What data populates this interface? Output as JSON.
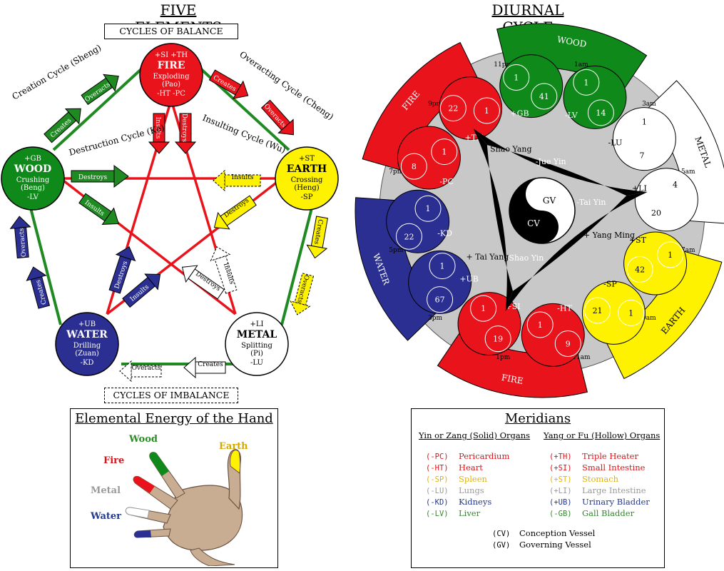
{
  "five_elements": {
    "title": "FIVE ELEMENTS",
    "balance_label": "CYCLES OF BALANCE",
    "imbalance_label": "CYCLES OF IMBALANCE",
    "cycle_labels": {
      "creation": "Creation Cycle (Sheng)",
      "overacting": "Overacting Cycle (Cheng)",
      "destruction": "Destruction Cycle (Ke)",
      "insulting": "Insulting Cycle (Wu)"
    },
    "arrow_labels": {
      "creates": "Creates",
      "overacts": "Overacts",
      "destroys": "Destroys",
      "insults": "Insults"
    },
    "elements": {
      "fire": {
        "yang": "+SI  +TH",
        "name": "FIRE",
        "action": "Exploding",
        "pinyin": "(Pao)",
        "yin": "-HT  -PC",
        "color": "#e8131b"
      },
      "earth": {
        "yang": "+ST",
        "name": "EARTH",
        "action": "Crossing",
        "pinyin": "(Heng)",
        "yin": "-SP",
        "color": "#fff200"
      },
      "metal": {
        "yang": "+LI",
        "name": "METAL",
        "action": "Splitting",
        "pinyin": "(Pi)",
        "yin": "-LU",
        "color": "#ffffff"
      },
      "water": {
        "yang": "+UB",
        "name": "WATER",
        "action": "Drilling",
        "pinyin": "(Zuan)",
        "yin": "-KD",
        "color": "#2b2f91"
      },
      "wood": {
        "yang": "+GB",
        "name": "WOOD",
        "action": "Crushing",
        "pinyin": "(Beng)",
        "yin": "-LV",
        "color": "#0f8a1a"
      }
    }
  },
  "diurnal": {
    "title": "DIURNAL CYCLE",
    "segments": [
      {
        "label": "WOOD",
        "color": "#0f8a1a"
      },
      {
        "label": "METAL",
        "color": "#ffffff"
      },
      {
        "label": "EARTH",
        "color": "#fff200"
      },
      {
        "label": "FIRE",
        "color": "#e8131b"
      },
      {
        "label": "WATER",
        "color": "#2b2f91"
      },
      {
        "label": "FIRE",
        "color": "#e8131b"
      }
    ],
    "times": [
      "11pm",
      "1am",
      "3am",
      "5am",
      "7am",
      "9am",
      "11am",
      "1pm",
      "3pm",
      "5pm",
      "7pm",
      "9pm"
    ],
    "meridians": [
      {
        "name": "+GB",
        "start": "1",
        "end": "41"
      },
      {
        "name": "-LV",
        "start": "1",
        "end": "14"
      },
      {
        "name": "-LU",
        "start": "1",
        "end": "7"
      },
      {
        "name": "+LI",
        "start": "4",
        "end": "20"
      },
      {
        "name": "+ST",
        "start": "1",
        "end": "42"
      },
      {
        "name": "-SP",
        "start": "1",
        "end": "21"
      },
      {
        "name": "-HT",
        "start": "9",
        "end": "1"
      },
      {
        "name": "+SI",
        "start": "19",
        "end": "1"
      },
      {
        "name": "+UB",
        "start": "67",
        "end": "1"
      },
      {
        "name": "-KD",
        "start": "22",
        "end": "1"
      },
      {
        "name": "-PC",
        "start": "8",
        "end": "1"
      },
      {
        "name": "+TH",
        "start": "22",
        "end": "1"
      }
    ],
    "channels": [
      "+ Shao Yang",
      "-Jue Yin",
      "-Tai Yin",
      "+ Yang Ming",
      "-Shao Yin",
      "+ Tai Yang"
    ],
    "center": {
      "gv": "GV",
      "cv": "CV"
    }
  },
  "hand": {
    "title": "Elemental Energy of the Hand",
    "labels": [
      {
        "text": "Wood",
        "color": "#2f8a2a"
      },
      {
        "text": "Earth",
        "color": "#d4a900"
      },
      {
        "text": "Fire",
        "color": "#d8151b"
      },
      {
        "text": "Metal",
        "color": "#9a9a9a"
      },
      {
        "text": "Water",
        "color": "#23388f"
      }
    ]
  },
  "meridians_table": {
    "title": "Meridians",
    "yin_header": "Yin or Zang (Solid) Organs",
    "yang_header": "Yang or Fu (Hollow) Organs",
    "yin": [
      {
        "code": "(-PC)",
        "name": "Pericardium",
        "color": "#d8151b"
      },
      {
        "code": "(-HT)",
        "name": "Heart",
        "color": "#d8151b"
      },
      {
        "code": "(-SP)",
        "name": "Spleen",
        "color": "#e2b400"
      },
      {
        "code": "(-LU)",
        "name": "Lungs",
        "color": "#9a9a9a"
      },
      {
        "code": "(-KD)",
        "name": "Kidneys",
        "color": "#23388f"
      },
      {
        "code": "(-LV)",
        "name": "Liver",
        "color": "#2f8a2a"
      }
    ],
    "yang": [
      {
        "code": "(+TH)",
        "name": "Triple Heater",
        "color": "#d8151b"
      },
      {
        "code": "(+SI)",
        "name": "Small Intestine",
        "color": "#d8151b"
      },
      {
        "code": "(+ST)",
        "name": "Stomach",
        "color": "#e2b400"
      },
      {
        "code": "(+LI)",
        "name": "Large Intestine",
        "color": "#9a9a9a"
      },
      {
        "code": "(+UB)",
        "name": "Urinary Bladder",
        "color": "#23388f"
      },
      {
        "code": "(-GB)",
        "name": "Gall Bladder",
        "color": "#2f8a2a"
      }
    ],
    "vessels": [
      {
        "code": "(CV)",
        "name": "Conception Vessel"
      },
      {
        "code": "(GV)",
        "name": "Governing Vessel"
      }
    ]
  }
}
